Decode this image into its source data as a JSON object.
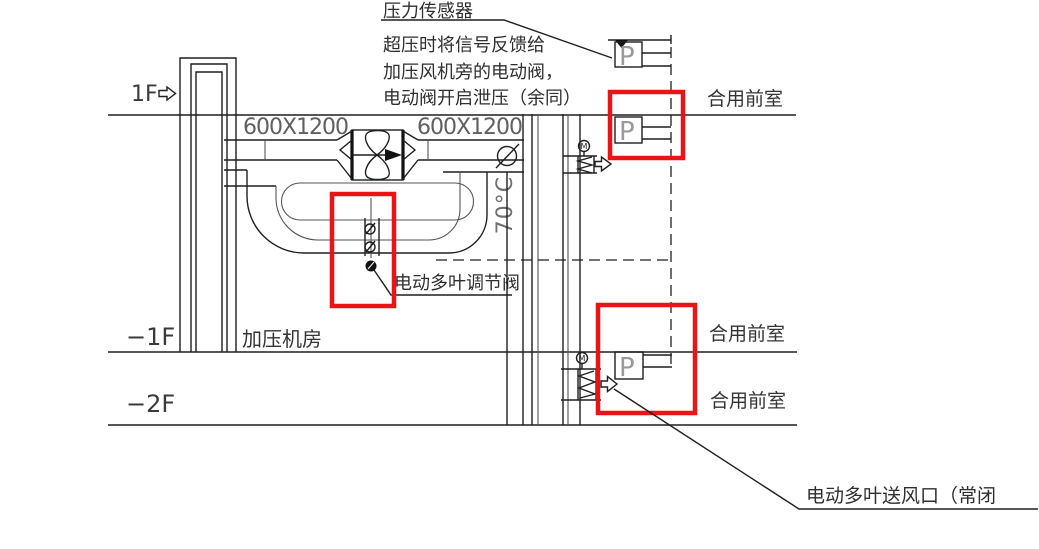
{
  "annotations": {
    "pressure_sensor": "压力传感器",
    "note_line1": "超压时将信号反馈给",
    "note_line2": "加压风机旁的电动阀，",
    "note_line3": "电动阀开启泄压（余同）",
    "damper_label": "电动多叶调节阀",
    "outlet_label": "电动多叶送风口（常闭"
  },
  "floors": {
    "f1": "1F",
    "b1": "−1F",
    "b2": "−2F"
  },
  "rooms": {
    "fan_room": "加压机房",
    "lobby_1f": "合用前室",
    "lobby_b1": "合用前室",
    "lobby_b2": "合用前室"
  },
  "ducts": {
    "size_left": "600X1200",
    "size_right": "600X1200",
    "fuse_rating": "70°C"
  },
  "symbols": {
    "pressure_sensor_letter": "P",
    "motor_letter": "M"
  },
  "colors": {
    "line": "#1f1f1f",
    "red_highlight": "#e81416",
    "p_letter": "#9a9a9a"
  }
}
